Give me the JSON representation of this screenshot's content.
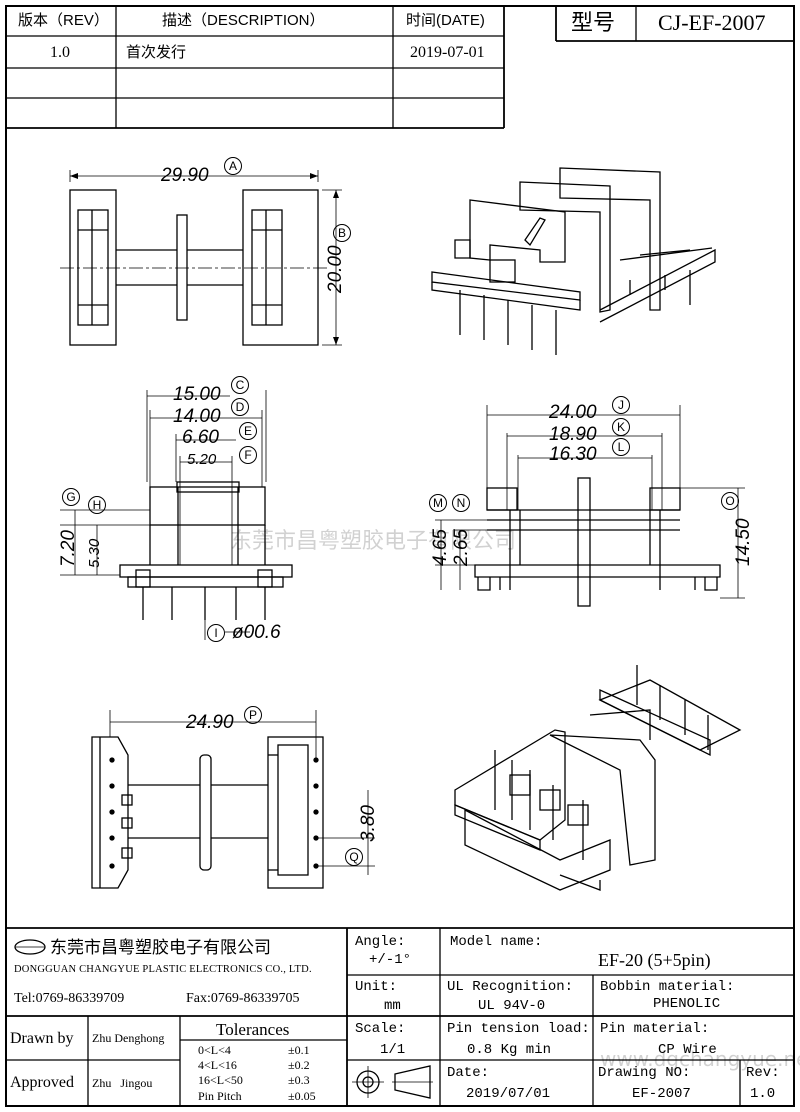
{
  "revision_table": {
    "headers": {
      "rev": "版本（REV）",
      "description": "描述（DESCRIPTION）",
      "date": "时间(DATE)"
    },
    "rows": [
      {
        "rev": "1.0",
        "description": "首次发行",
        "date": "2019-07-01"
      },
      {
        "rev": "",
        "description": "",
        "date": ""
      },
      {
        "rev": "",
        "description": "",
        "date": ""
      }
    ]
  },
  "model_box": {
    "label": "型号",
    "value": "CJ-EF-2007"
  },
  "dimensions": {
    "A": {
      "value": "29.90",
      "letter": "A"
    },
    "B": {
      "value": "20.00",
      "letter": "B"
    },
    "C": {
      "value": "15.00",
      "letter": "C"
    },
    "D": {
      "value": "14.00",
      "letter": "D"
    },
    "E": {
      "value": "6.60",
      "letter": "E"
    },
    "F": {
      "value": "5.20",
      "letter": "F"
    },
    "G": {
      "value": "7.20",
      "letter": "G"
    },
    "H": {
      "value": "5.30",
      "letter": "H"
    },
    "I": {
      "value": "ø00.6",
      "letter": "I"
    },
    "J": {
      "value": "24.00",
      "letter": "J"
    },
    "K": {
      "value": "18.90",
      "letter": "K"
    },
    "L": {
      "value": "16.30",
      "letter": "L"
    },
    "M": {
      "value": "4.65",
      "letter": "M"
    },
    "N": {
      "value": "2.65",
      "letter": "N"
    },
    "O": {
      "value": "14.50",
      "letter": "O"
    },
    "P": {
      "value": "24.90",
      "letter": "P"
    },
    "Q": {
      "value": "3.80",
      "letter": "Q"
    }
  },
  "watermark": {
    "center": "东莞市昌粤塑胶电子有限公司",
    "corner": "www.dgchangyue.net"
  },
  "title_block": {
    "company_cn": "东莞市昌粤塑胶电子有限公司",
    "company_en": "DONGGUAN CHANGYUE PLASTIC ELECTRONICS CO., LTD.",
    "tel": "Tel:0769-86339709",
    "fax": "Fax:0769-86339705",
    "drawn_by_label": "Drawn by",
    "drawn_by": "Zhu Denghong",
    "approved_label": "Approved",
    "approved_by": "Zhu   Jingou",
    "tolerances_label": "Tolerances",
    "tolerances": [
      {
        "range": "0<L<4",
        "value": "±0.1"
      },
      {
        "range": "4<L<16",
        "value": "±0.2"
      },
      {
        "range": "16<L<50",
        "value": "±0.3"
      },
      {
        "range": "Pin Pitch",
        "value": "±0.05"
      }
    ],
    "angle_label": "Angle:",
    "angle": "+/-1°",
    "unit_label": "Unit:",
    "unit": "mm",
    "scale_label": "Scale:",
    "scale": "1/1",
    "model_name_label": "Model name:",
    "model_name": "EF-20 (5+5pin)",
    "ul_label": "UL Recognition:",
    "ul": "UL 94V-0",
    "bobbin_label": "Bobbin material:",
    "bobbin": "PHENOLIC",
    "pin_tension_label": "Pin tension load:",
    "pin_tension": "0.8 Kg min",
    "pin_material_label": "Pin material:",
    "pin_material": "CP Wire",
    "date_label": "Date:",
    "date": "2019/07/01",
    "drawing_no_label": "Drawing NO:",
    "drawing_no": "EF-2007",
    "rev_label": "Rev:",
    "rev": "1.0"
  }
}
